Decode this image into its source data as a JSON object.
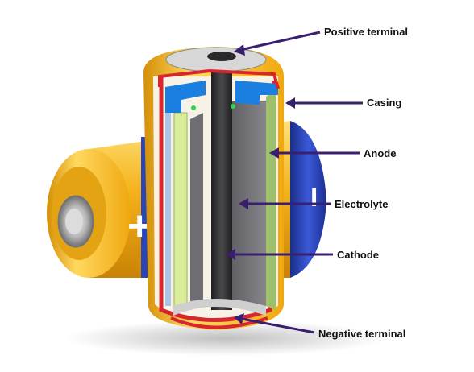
{
  "labels": {
    "positive_terminal": "Positive terminal",
    "casing": "Casing",
    "anode": "Anode",
    "electrolyte": "Electrolyte",
    "cathode": "Cathode",
    "negative_terminal": "Negative terminal"
  },
  "battery_symbols": {
    "plus": "+",
    "minus": "−"
  },
  "colors": {
    "casing_yellow": "#f5b21a",
    "casing_blue": "#2a45b8",
    "pointer": "#3a1f6e",
    "anode_green": "#d8ec9a",
    "seal_blue": "#1a7fe0",
    "core_dark": "#2a2a2c",
    "electrolyte_grey": "#7d7d82",
    "outline_red": "#d8262e"
  }
}
